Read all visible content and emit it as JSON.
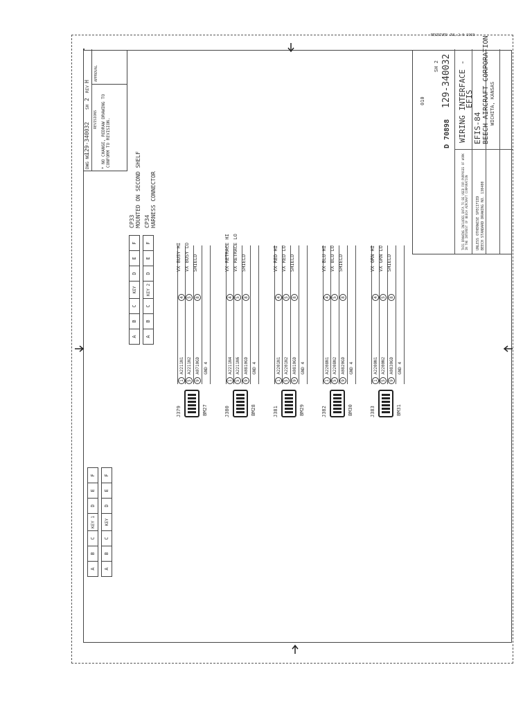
{
  "header": {
    "stamp": "RECEIVED  JUL 2 0 1993"
  },
  "title_block": {
    "system": "EFIS-84",
    "company": "BEECH AIRCRAFT CORPORATION",
    "location": "WICHITA, KANSAS",
    "title_line1": "WIRING INTERFACE -",
    "title_line2": "EFIS",
    "size": "D",
    "cage": "70898",
    "drawing_number": "129-340032",
    "sheet": "SH 2",
    "sheet_code": "010"
  },
  "revisions": {
    "heading": "REVISIONS",
    "dwg_no_label": "DWG NO",
    "dwg_no": "129-340032",
    "sheet_label": "SH",
    "sheet": "2",
    "rev_label": "REV",
    "rev": "H",
    "text1": "* NO CHANGE, REDRAW DRAWING TO",
    "text2": "CONFORM TO REVISION.",
    "approval": "APPROVAL"
  },
  "connectors": {
    "cp33_label": "CP33",
    "cp33_note": "MOUNTED ON SECOND SHELF",
    "cp34_label": "CP34",
    "cp34_note": "HARNESS CONNECTOR",
    "row_cells": [
      "A",
      "B",
      "C",
      "KEY",
      "D",
      "E",
      "F"
    ],
    "row2_cells": [
      "A",
      "B",
      "C",
      "KEY 2",
      "D",
      "E",
      "F"
    ],
    "left1_cells": [
      "A",
      "B",
      "C",
      "KEY 1",
      "D",
      "E",
      "F"
    ],
    "left2_cells": [
      "A",
      "B",
      "C",
      "KEY",
      "D",
      "E",
      "F"
    ]
  },
  "groups": [
    {
      "connector": "J379",
      "block": "BM27",
      "signals": [
        "VX BUSY HI",
        "VX BUSY LO",
        "SHIELD"
      ],
      "wires": [
        "A2211N1",
        "A2211N2",
        "A0710GD",
        "GND 4"
      ]
    },
    {
      "connector": "J380",
      "block": "BM28",
      "signals": [
        "VX RETRACE HI",
        "VX RETRACE LO",
        "SHIELD"
      ],
      "wires": [
        "A2211N4",
        "A2211N6",
        "A0810GD",
        "GND 4"
      ]
    },
    {
      "connector": "J381",
      "block": "BM29",
      "signals": [
        "VX RED HI",
        "VX RED LO",
        "SHIELD"
      ],
      "wires": [
        "A2201N1",
        "A2201N2",
        "A0810GD",
        "GND 4"
      ]
    },
    {
      "connector": "J382",
      "block": "BM30",
      "signals": [
        "VX BLU HI",
        "VX BLU LO",
        "SHIELD"
      ],
      "wires": [
        "A2208N1",
        "A2208N2",
        "A0820GD",
        "GND 4"
      ]
    },
    {
      "connector": "J383",
      "block": "BM31",
      "signals": [
        "VX GRN HI",
        "VX GRN LO",
        "SHIELD"
      ],
      "wires": [
        "A2200N1",
        "A2200N2",
        "A0830GD",
        "GND 4"
      ]
    }
  ],
  "notes": {
    "note1": "UNLESS OTHERWISE SPECIFIED",
    "note2": "BEECH STANDARD DRAWING NO. 130400",
    "proprietary": "THIS DRAWING INCLUDES DATA TO BE USED FOR PURPOSES OF WORK IN THE INTEREST OF BEECH AIRCRAFT CORPORATION"
  }
}
